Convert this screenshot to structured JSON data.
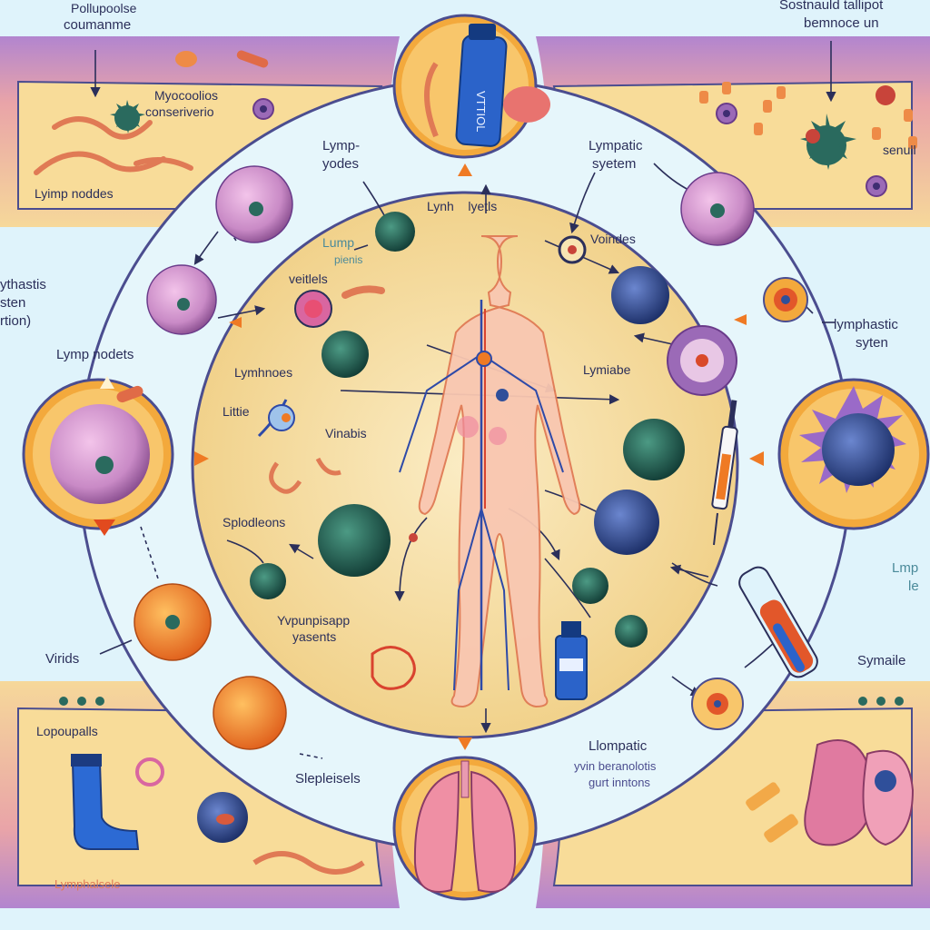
{
  "diagram": {
    "labels": {
      "top_left_title_1": "Pollupoolse",
      "top_left_title_2": "coumanme",
      "top_left_myco_1": "Myocoolios",
      "top_left_myco_2": "conseriverio",
      "top_left_lymp": "Lyimp noddes",
      "top_right_title_1": "Sostnauld tallipot",
      "top_right_title_2": "bemnoce un",
      "top_right_senul": "senull",
      "left_side_1": "ythastis",
      "left_side_2": "sten",
      "left_side_3": "rtion)",
      "lymp_nodets": "Lymp nodets",
      "virids": "Virids",
      "ring_lymp_yodes_1": "Lymp-",
      "ring_lymp_yodes_2": "yodes",
      "ring_lymph_lyetls": "Lynh    lyetls",
      "ring_lymphatic_1": "Lympatic",
      "ring_lymphatic_2": "syetem",
      "ring_voindes": "Voindes",
      "inner_lump_1": "Lump",
      "inner_lump_2": "pienis",
      "inner_veitlels": "veitlels",
      "inner_lymhnoes": "Lymhnoes",
      "inner_littie": "Littie",
      "inner_vinabis": "Vinabis",
      "inner_lymiabe": "Lymiabe",
      "inner_splodleons": "Splodleons",
      "inner_yvp_1": "Yvpunpisapp",
      "inner_yvp_2": "yasents",
      "right_lymphastic_1": "lymphastic",
      "right_lymphastic_2": "syten",
      "right_lmp_1": "Lmp",
      "right_lmp_2": "le",
      "right_symaile": "Symaile",
      "bottom_slepleisels": "Slepleisels",
      "bottom_llompatic_1": "Llompatic",
      "bottom_llompatic_2": "yvin beranolotis",
      "bottom_llompatic_3": "gurt inntons",
      "bottom_left_lop": "Lopoupalls",
      "bottom_left_lym": "Lymphalsele",
      "bottle_text": "VTTIOL"
    },
    "colors": {
      "background": "#dff3fb",
      "band_purple": "#b48bd0",
      "band_tan": "#f6d89a",
      "ring_fill": "#f7e0a6",
      "ring_line": "#4b4d8f",
      "inset_circle": "#f3a93c",
      "arrow_orange": "#ef7a24",
      "cell_pink": "#c98ac6",
      "cell_green": "#1f5a4e",
      "cell_blue": "#2f4f9a",
      "cell_orange": "#f08a2b",
      "body_fill": "#f9c7b1",
      "vessel_blue": "#2e4aa8",
      "vessel_red": "#d9432f"
    }
  }
}
